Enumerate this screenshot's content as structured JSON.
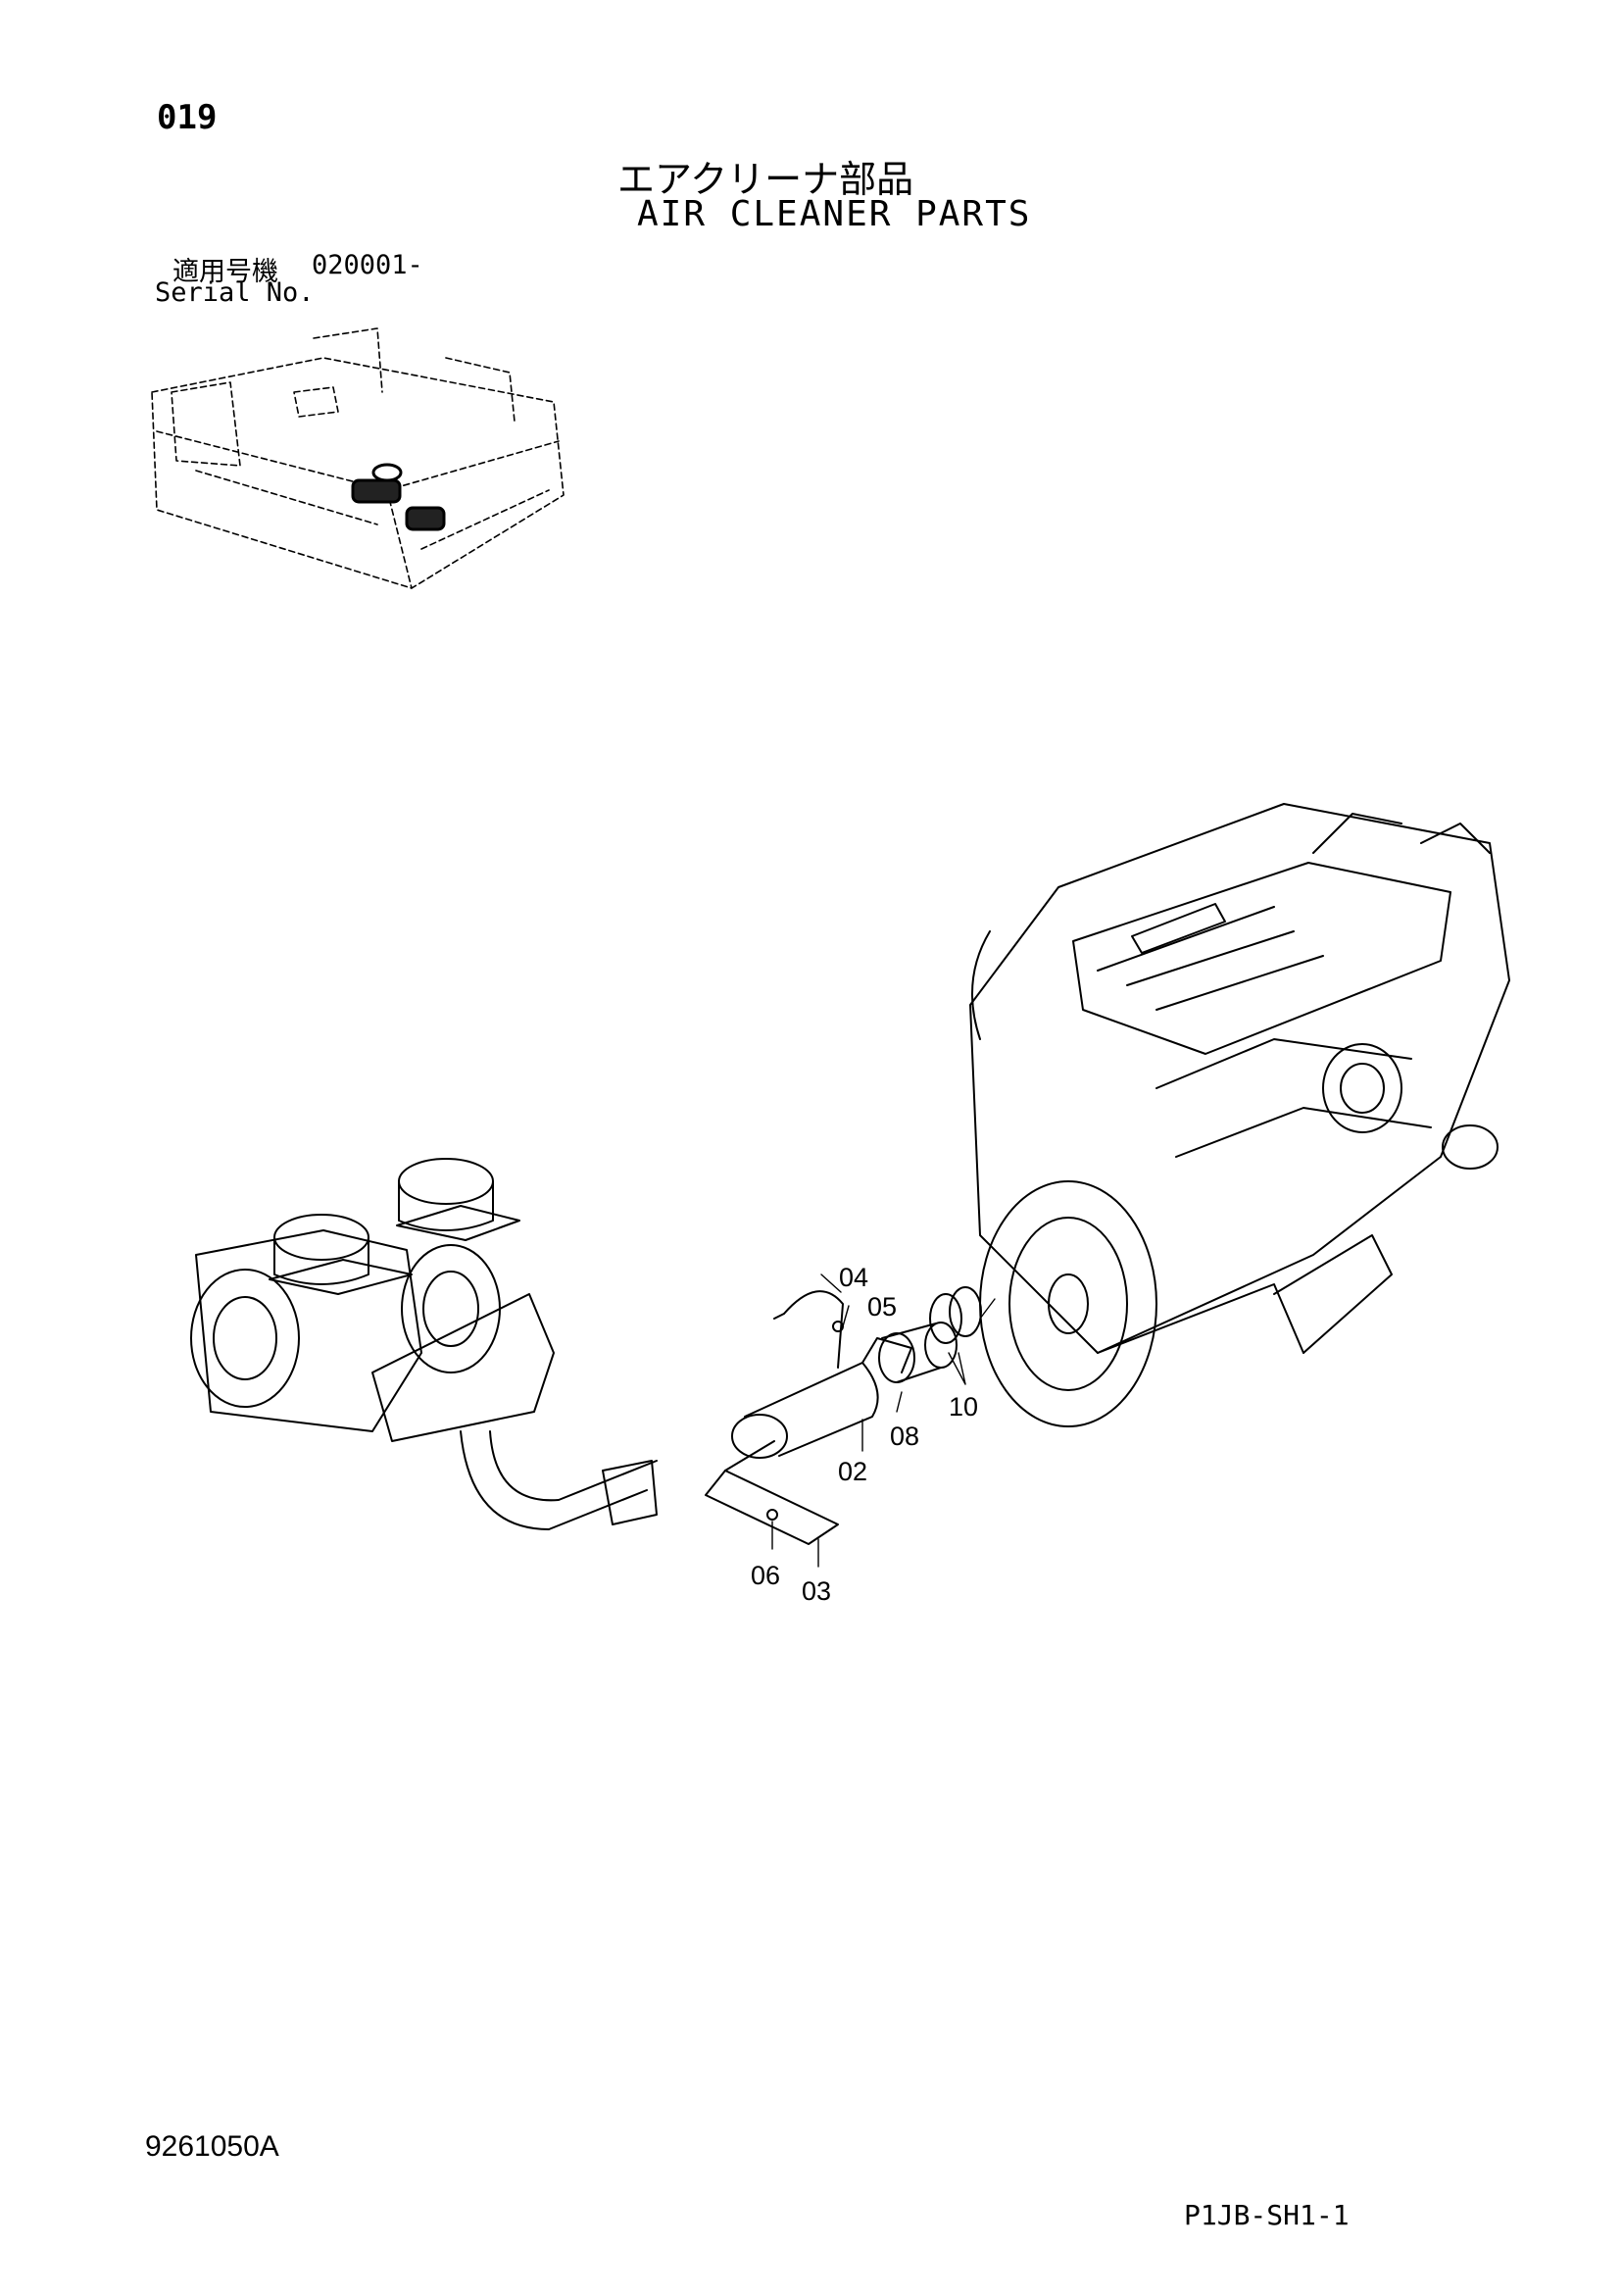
{
  "page_number": "019",
  "title_jp": "エアクリーナ部品",
  "title_en": "AIR CLEANER PARTS",
  "serial": {
    "label_jp": "適用号機",
    "value": "020001-",
    "label_en": "Serial No."
  },
  "callouts": [
    {
      "id": "c04",
      "label": "04"
    },
    {
      "id": "c05",
      "label": "05"
    },
    {
      "id": "c10",
      "label": "10"
    },
    {
      "id": "c08",
      "label": "08"
    },
    {
      "id": "c02",
      "label": "02"
    },
    {
      "id": "c06",
      "label": "06"
    },
    {
      "id": "c03",
      "label": "03"
    }
  ],
  "drawing_number": "9261050A",
  "sheet_code": "P1JB-SH1-1"
}
